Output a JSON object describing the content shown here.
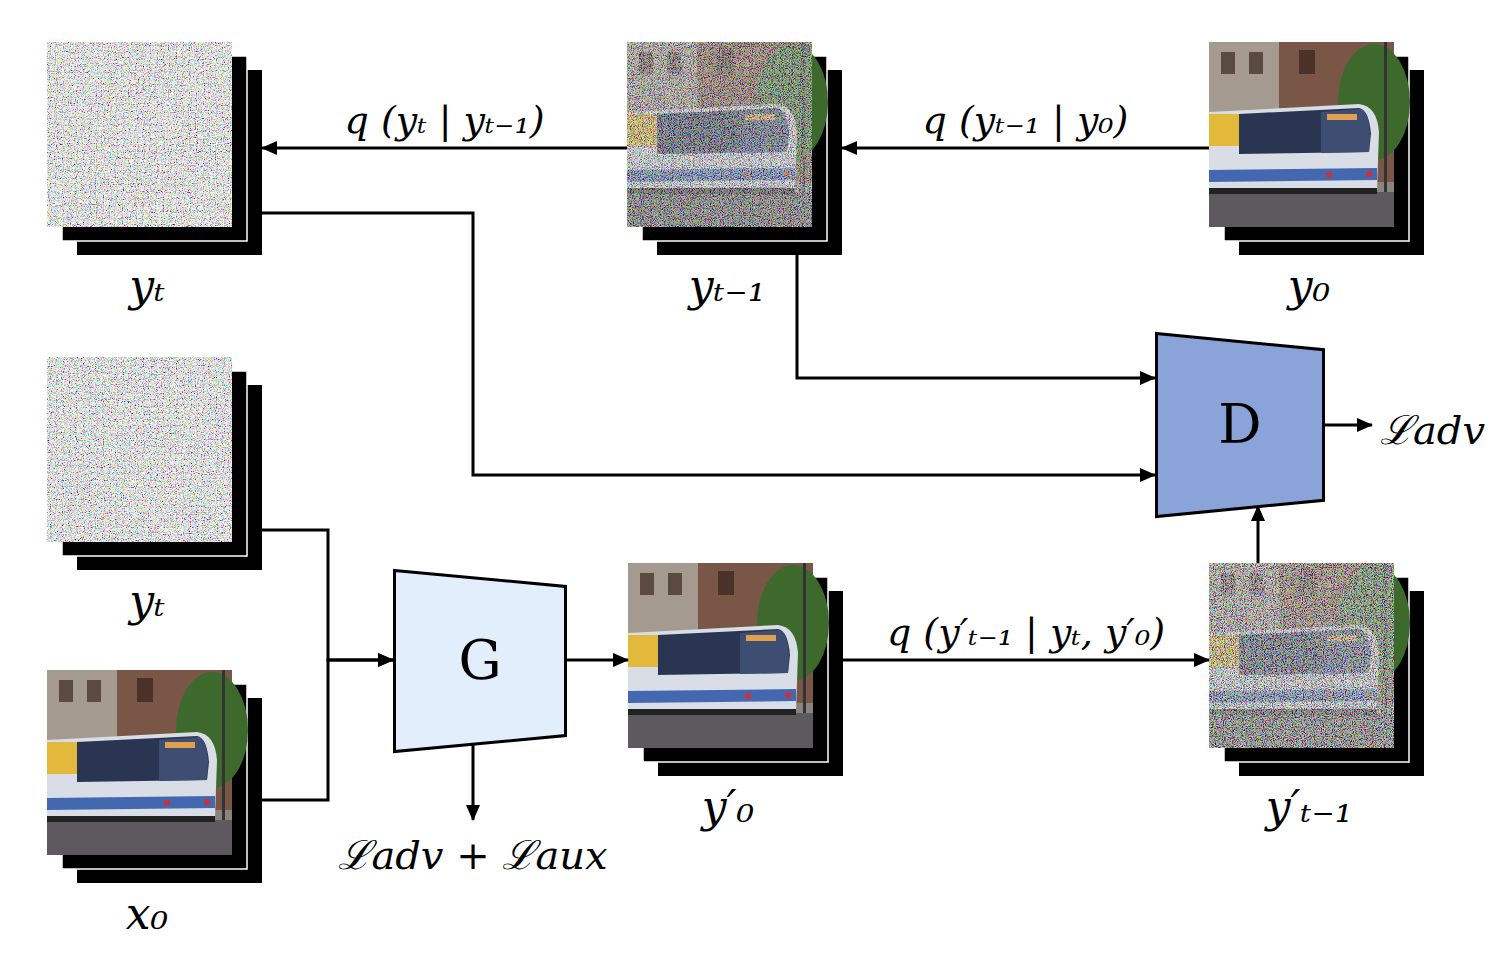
{
  "diagram": {
    "nodes": [
      {
        "text": [
          "yₜ"
        ]
      },
      {
        "text": [
          "yₜ₋₁"
        ]
      },
      {
        "text": [
          "y₀"
        ]
      },
      {
        "text": [
          "D"
        ]
      },
      {
        "text": [
          "yₜ"
        ]
      },
      {
        "text": [
          "x₀"
        ]
      },
      {
        "text": [
          "G"
        ]
      },
      {
        "text": [
          "y′₀"
        ]
      },
      {
        "text": [
          "y′ₜ₋₁"
        ]
      }
    ],
    "edges": [
      {
        "from": 1,
        "to": 0,
        "arrow": "to",
        "label": "q (yₜ | yₜ₋₁)"
      },
      {
        "from": 2,
        "to": 1,
        "arrow": "to",
        "label": "q (yₜ₋₁ | y₀)"
      },
      {
        "from": 0,
        "to": 3,
        "arrow": "to"
      },
      {
        "from": 1,
        "to": 3,
        "arrow": "to"
      },
      {
        "from": 4,
        "to": 6,
        "arrow": "to"
      },
      {
        "from": 5,
        "to": 6,
        "arrow": "to"
      },
      {
        "from": 6,
        "to": 7,
        "arrow": "to"
      },
      {
        "from": 7,
        "to": 8,
        "arrow": "to",
        "label": "q (y′ₜ₋₁ | yₜ, y′₀)"
      },
      {
        "from": 8,
        "to": 3,
        "arrow": "to"
      }
    ],
    "labels": [
      "ℒadv",
      "ℒadv + ℒaux"
    ]
  }
}
